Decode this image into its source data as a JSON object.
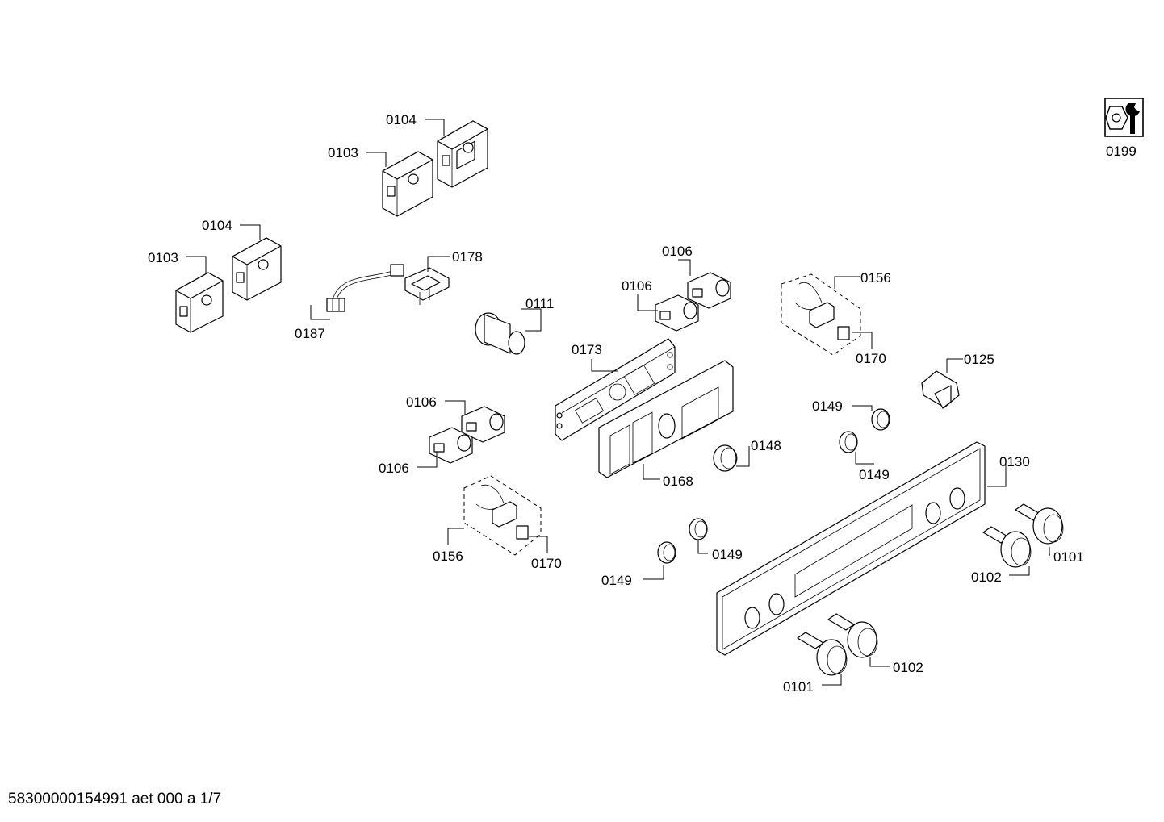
{
  "labels": {
    "p0104a": "0104",
    "p0103a": "0103",
    "p0104b": "0104",
    "p0103b": "0103",
    "p0178": "0178",
    "p0187": "0187",
    "p0111": "0111",
    "p0106a": "0106",
    "p0106b": "0106",
    "p0106c": "0106",
    "p0106d": "0106",
    "p0173": "0173",
    "p0168": "0168",
    "p0148": "0148",
    "p0156a": "0156",
    "p0170a": "0170",
    "p0156b": "0156",
    "p0170b": "0170",
    "p0125": "0125",
    "p0149a": "0149",
    "p0149b": "0149",
    "p0149c": "0149",
    "p0149d": "0149",
    "p0130": "0130",
    "p0101a": "0101",
    "p0102a": "0102",
    "p0101b": "0101",
    "p0102b": "0102",
    "p0199": "0199"
  },
  "footer": "58300000154991 aet 000 a 1/7",
  "icons": {
    "service_tool": "wrench-nut-icon"
  }
}
